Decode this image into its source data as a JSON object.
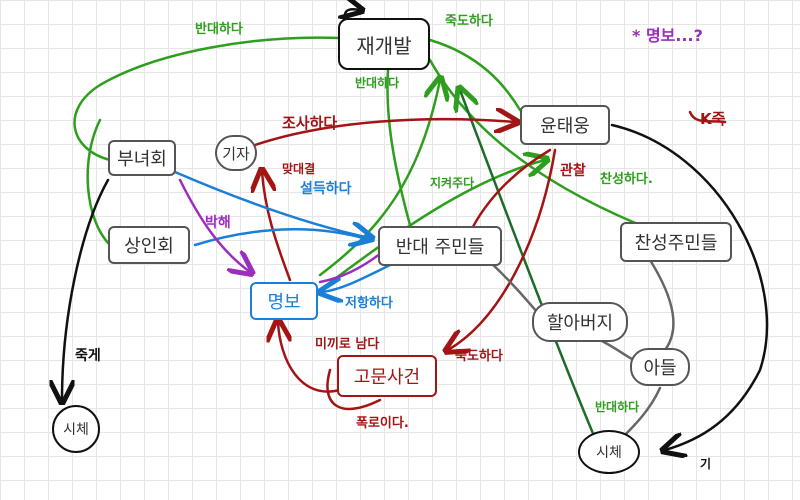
{
  "nodes": {
    "redev": "재개발",
    "women": "부녀회",
    "reporter": "기자",
    "merchants": "상인회",
    "yun": "윤태웅",
    "supporters": "찬성주민들",
    "opp_residents": "반대 주민들",
    "myungbo": "명보",
    "grandfather": "할아버지",
    "son": "아들",
    "death": "고문사건",
    "body1": "시체",
    "body2": "시체"
  },
  "labels": {
    "oppose_top": "반대하다",
    "kill_top": "죽도하다",
    "purple_note": "* 명보...?",
    "kill_right": "K죽",
    "oppose_mid": "반대하다",
    "investigate": "조사하다",
    "fight": "맞대결",
    "persuade": "설득하다",
    "protect": "지켜주다",
    "support_right": "찬성하다.",
    "persuade2": "관찰",
    "attack": "박해",
    "stubborn": "저항하다",
    "kill_bottom": "죽도하다",
    "meet": "미끼로 남다",
    "reveal": "폭로이다.",
    "oppose_bottom": "반대하다",
    "left_die": "죽게",
    "bottom_mark": "기"
  },
  "colors": {
    "green": "#2e9e1e",
    "red": "#a31515",
    "blue": "#1a7fd6",
    "purple": "#9b2dbf",
    "black": "#111111",
    "box_border": "#555555"
  }
}
